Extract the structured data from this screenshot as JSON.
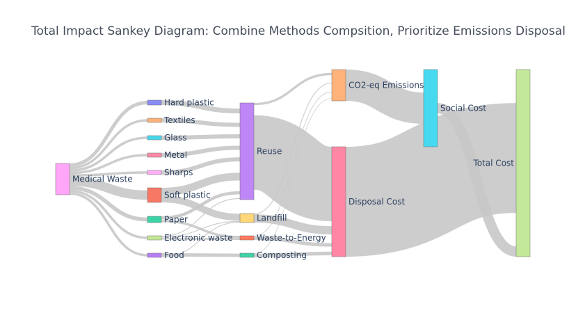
{
  "title": "Total Impact Sankey Diagram: Combine Methods Compsition, Prioritize Emissions Disposal",
  "chart_data": {
    "type": "sankey",
    "nodes": [
      {
        "id": "mw",
        "label": "Medical Waste",
        "color": "#ffa6f8"
      },
      {
        "id": "hp",
        "label": "Hard plastic",
        "color": "#8a8cf6"
      },
      {
        "id": "tx",
        "label": "Textiles",
        "color": "#ffb27a"
      },
      {
        "id": "gl",
        "label": "Glass",
        "color": "#48d6ea"
      },
      {
        "id": "mt",
        "label": "Metal",
        "color": "#ff8aa6"
      },
      {
        "id": "sh",
        "label": "Sharps",
        "color": "#ffb0f6"
      },
      {
        "id": "sp",
        "label": "Soft plastic",
        "color": "#f77865"
      },
      {
        "id": "pa",
        "label": "Paper",
        "color": "#3cd4a6"
      },
      {
        "id": "ew",
        "label": "Electronic waste",
        "color": "#c4e896"
      },
      {
        "id": "fd",
        "label": "Food",
        "color": "#b67ef4"
      },
      {
        "id": "re",
        "label": "Reuse",
        "color": "#bf86f8"
      },
      {
        "id": "lf",
        "label": "Landfill",
        "color": "#ffd77a"
      },
      {
        "id": "we",
        "label": "Waste-to-Energy",
        "color": "#ff7a5e"
      },
      {
        "id": "co",
        "label": "Composting",
        "color": "#3fd1a8"
      },
      {
        "id": "em",
        "label": "CO2-eq Emissions",
        "color": "#ffb27a"
      },
      {
        "id": "dc",
        "label": "Disposal Cost",
        "color": "#ff87a5"
      },
      {
        "id": "sc",
        "label": "Social Cost",
        "color": "#46d9f0"
      },
      {
        "id": "tc",
        "label": "Total Cost",
        "color": "#c4e899"
      }
    ],
    "links": [
      {
        "source": "mw",
        "target": "hp",
        "value": 1.4
      },
      {
        "source": "mw",
        "target": "tx",
        "value": 1.0
      },
      {
        "source": "mw",
        "target": "gl",
        "value": 1.0
      },
      {
        "source": "mw",
        "target": "mt",
        "value": 1.0
      },
      {
        "source": "mw",
        "target": "sh",
        "value": 1.0
      },
      {
        "source": "mw",
        "target": "sp",
        "value": 3.8
      },
      {
        "source": "mw",
        "target": "pa",
        "value": 1.6
      },
      {
        "source": "mw",
        "target": "ew",
        "value": 1.0
      },
      {
        "source": "mw",
        "target": "fd",
        "value": 1.0
      },
      {
        "source": "hp",
        "target": "re",
        "value": 1.4
      },
      {
        "source": "tx",
        "target": "re",
        "value": 1.0
      },
      {
        "source": "gl",
        "target": "re",
        "value": 1.0
      },
      {
        "source": "mt",
        "target": "re",
        "value": 1.0
      },
      {
        "source": "sh",
        "target": "re",
        "value": 1.0
      },
      {
        "source": "sp",
        "target": "re",
        "value": 2.0
      },
      {
        "source": "sp",
        "target": "lf",
        "value": 1.8
      },
      {
        "source": "pa",
        "target": "re",
        "value": 0.8
      },
      {
        "source": "pa",
        "target": "we",
        "value": 0.8
      },
      {
        "source": "ew",
        "target": "re",
        "value": 0.2
      },
      {
        "source": "ew",
        "target": "lf",
        "value": 0.2
      },
      {
        "source": "ew",
        "target": "we",
        "value": 0.6
      },
      {
        "source": "fd",
        "target": "co",
        "value": 0.8
      },
      {
        "source": "fd",
        "target": "lf",
        "value": 0.2
      },
      {
        "source": "re",
        "target": "em",
        "value": 0.2
      },
      {
        "source": "re",
        "target": "dc",
        "value": 8.2
      },
      {
        "source": "lf",
        "target": "em",
        "value": 0.2
      },
      {
        "source": "lf",
        "target": "dc",
        "value": 2.0
      },
      {
        "source": "we",
        "target": "em",
        "value": 0.2
      },
      {
        "source": "we",
        "target": "dc",
        "value": 1.2
      },
      {
        "source": "co",
        "target": "em",
        "value": 0.1
      },
      {
        "source": "co",
        "target": "dc",
        "value": 0.7
      },
      {
        "source": "em",
        "target": "sc",
        "value": 0.7
      },
      {
        "source": "dc",
        "target": "tc",
        "value": 12.1
      },
      {
        "source": "sc",
        "target": "tc",
        "value": 0.7
      }
    ]
  }
}
